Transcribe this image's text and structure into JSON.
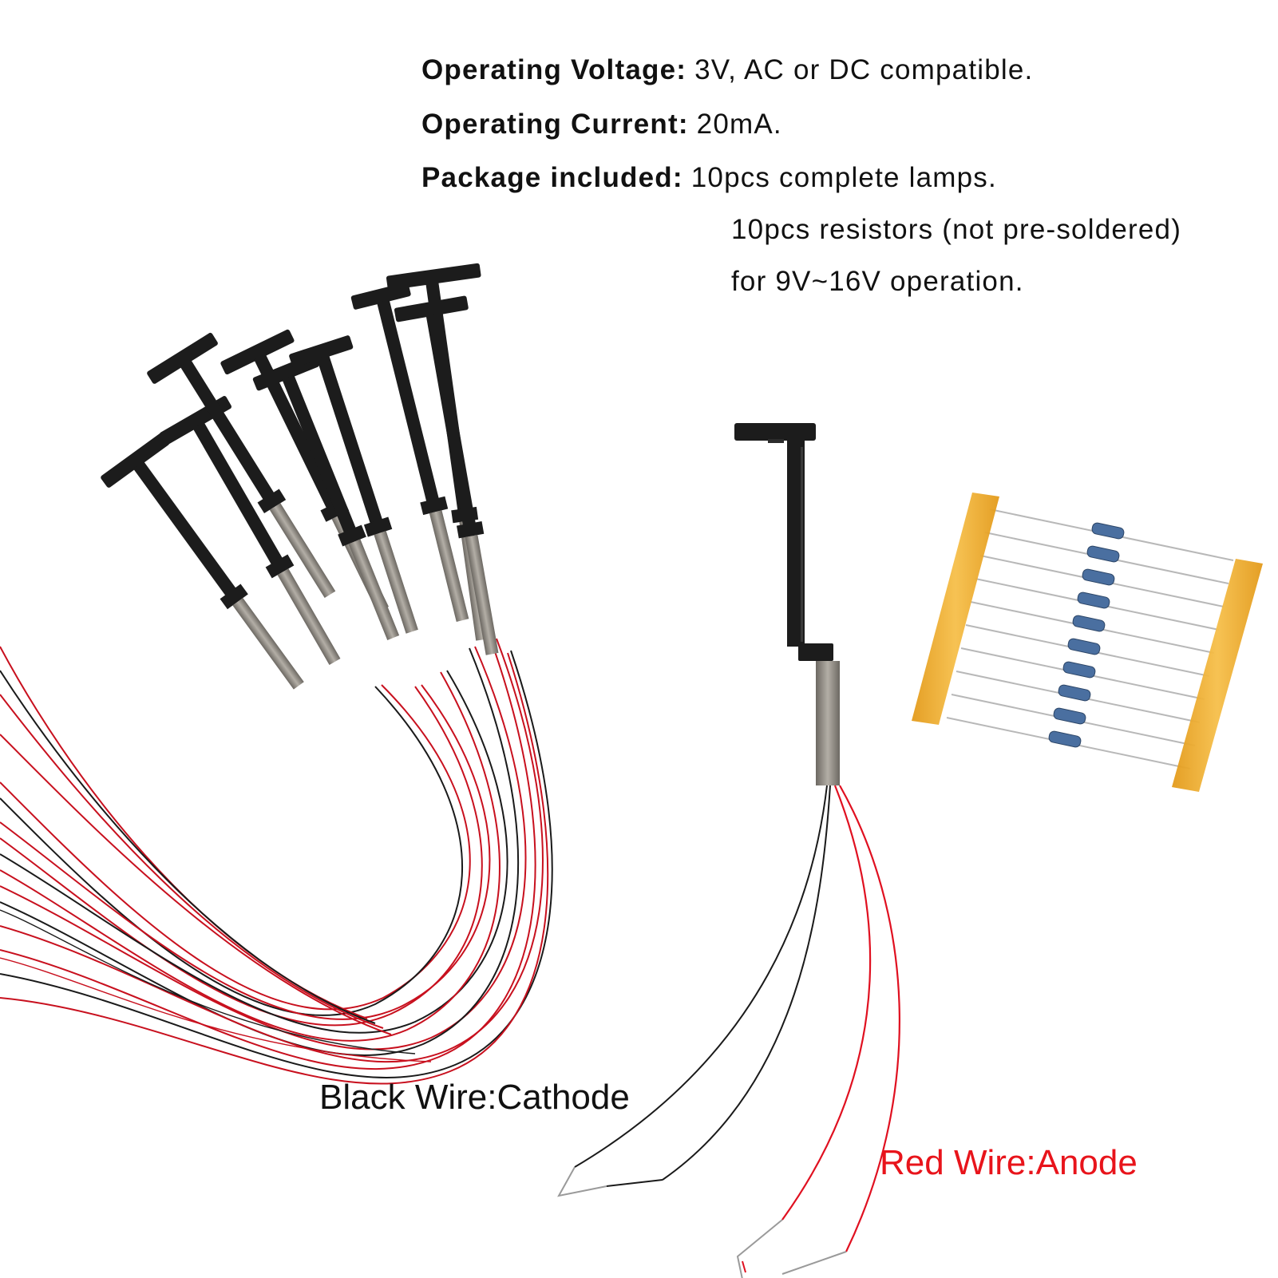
{
  "specs": [
    {
      "key": "Operating Voltage:",
      "value": "3V, AC or DC compatible."
    },
    {
      "key": "Operating Current:",
      "value": "20mA."
    },
    {
      "key": "Package included:",
      "value": "10pcs complete lamps."
    }
  ],
  "package_extra": [
    "10pcs resistors (not pre-soldered)",
    "for 9V~16V operation."
  ],
  "labels": {
    "black_wire": "Black Wire:Cathode",
    "red_wire": "Red Wire:Anode"
  },
  "colors": {
    "text": "#111111",
    "red_label": "#e8141b",
    "lamp_body": "#1c1c1c",
    "lamp_sleeve": "#8f8a83",
    "wire_red": "#c8101e",
    "wire_black": "#1a1a1a",
    "tape": "#f0b030",
    "resistor": "#4a6fa0"
  }
}
